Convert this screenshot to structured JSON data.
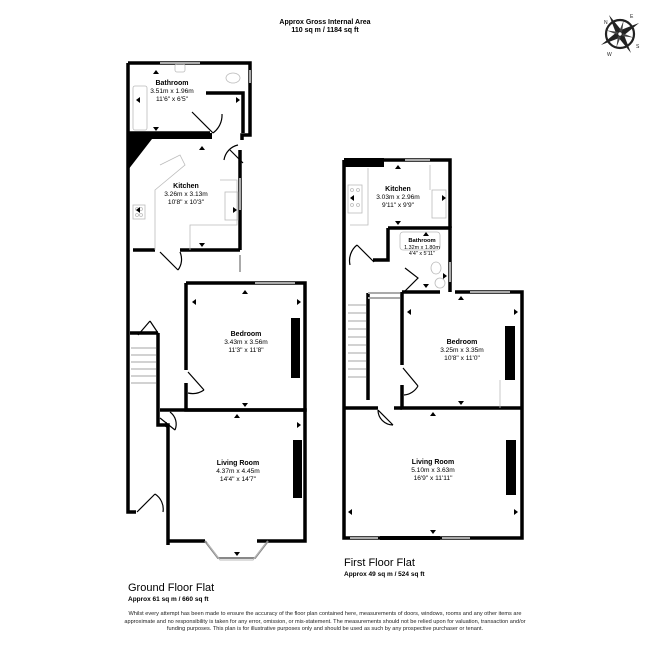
{
  "header": {
    "title": "Approx Gross Internal Area",
    "area": "110 sq m / 1184 sq ft"
  },
  "compass": {
    "icon": "compass-rose-icon",
    "labels": [
      "N",
      "E",
      "S",
      "W"
    ]
  },
  "floors": [
    {
      "title": "Ground Floor Flat",
      "area": "Approx 61 sq m / 660 sq ft",
      "rooms": [
        {
          "name": "Bathroom",
          "metric": "3.51m x 1.96m",
          "imperial": "11'6\" x 6'5\""
        },
        {
          "name": "Kitchen",
          "metric": "3.26m x 3.13m",
          "imperial": "10'8\" x 10'3\""
        },
        {
          "name": "Bedroom",
          "metric": "3.43m x 3.56m",
          "imperial": "11'3\" x 11'8\""
        },
        {
          "name": "Living Room",
          "metric": "4.37m x 4.45m",
          "imperial": "14'4\" x 14'7\""
        }
      ]
    },
    {
      "title": "First Floor Flat",
      "area": "Approx 49 sq m / 524 sq ft",
      "rooms": [
        {
          "name": "Kitchen",
          "metric": "3.03m x 2.96m",
          "imperial": "9'11\" x 9'9\""
        },
        {
          "name": "Bathroom",
          "metric": "1.32m x 1.80m",
          "imperial": "4'4\" x 5'11\""
        },
        {
          "name": "Bedroom",
          "metric": "3.25m x 3.35m",
          "imperial": "10'8\" x 11'0\""
        },
        {
          "name": "Living Room",
          "metric": "5.10m x 3.63m",
          "imperial": "16'9\" x 11'11\""
        }
      ]
    }
  ],
  "disclaimer": "Whilst every attempt has been made to ensure the accuracy of the floor plan contained here, measurements of doors, windows, rooms and any other items are approximate and no responsibility is taken for any error, omission, or mis-statement. The measurements should not be relied upon for valuation, transaction and/or funding purposes. This plan is for illustrative purposes only and should be used as such by any prospective purchaser or tenant.",
  "colors": {
    "wall": "#000000",
    "fixture": "#cccccc",
    "window": "#999999",
    "background": "#ffffff"
  }
}
